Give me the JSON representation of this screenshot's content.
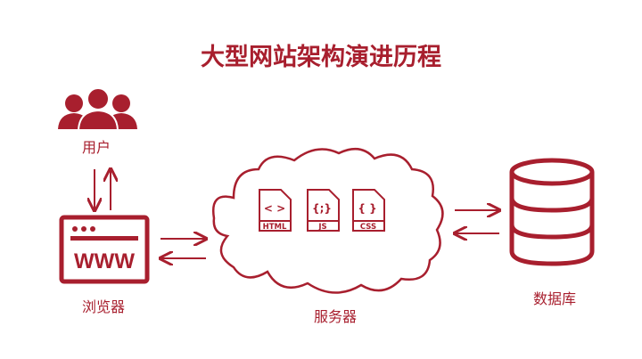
{
  "title": "大型网站架构演进历程",
  "nodes": {
    "users": "用户",
    "browser": "浏览器",
    "server": "服务器",
    "database": "数据库"
  },
  "browser_icon_text": "WWW",
  "file_icons": [
    "HTML",
    "JS",
    "CSS"
  ],
  "colors": {
    "accent": "#a81f2e"
  }
}
